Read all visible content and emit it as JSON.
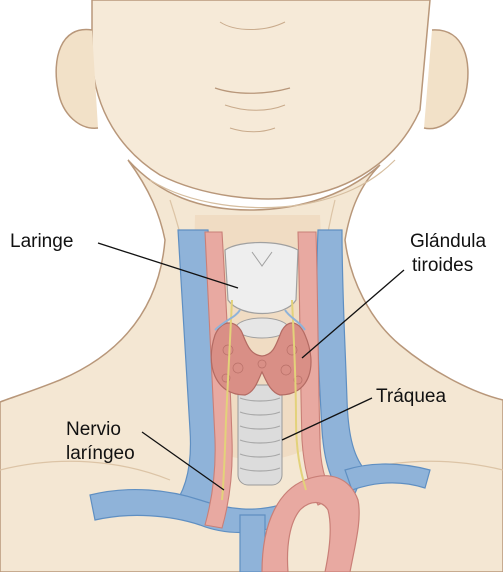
{
  "labels": {
    "laringe": "Laringe",
    "glandula_line1": "Glándula",
    "glandula_line2": "tiroides",
    "traquea": "Tráquea",
    "nervio_line1": "Nervio",
    "nervio_line2": "laríngeo"
  },
  "colors": {
    "skin": "#f4e7d3",
    "skin_shadow": "#e6cfb2",
    "outline": "#b8977a",
    "artery": "#e8a9a1",
    "artery_dark": "#c97f77",
    "vein": "#8fb3d9",
    "vein_dark": "#5f8fc2",
    "thyroid": "#d98f86",
    "larynx": "#eeeeee",
    "trachea": "#d9d9d9",
    "nerve": "#e3d27a"
  }
}
